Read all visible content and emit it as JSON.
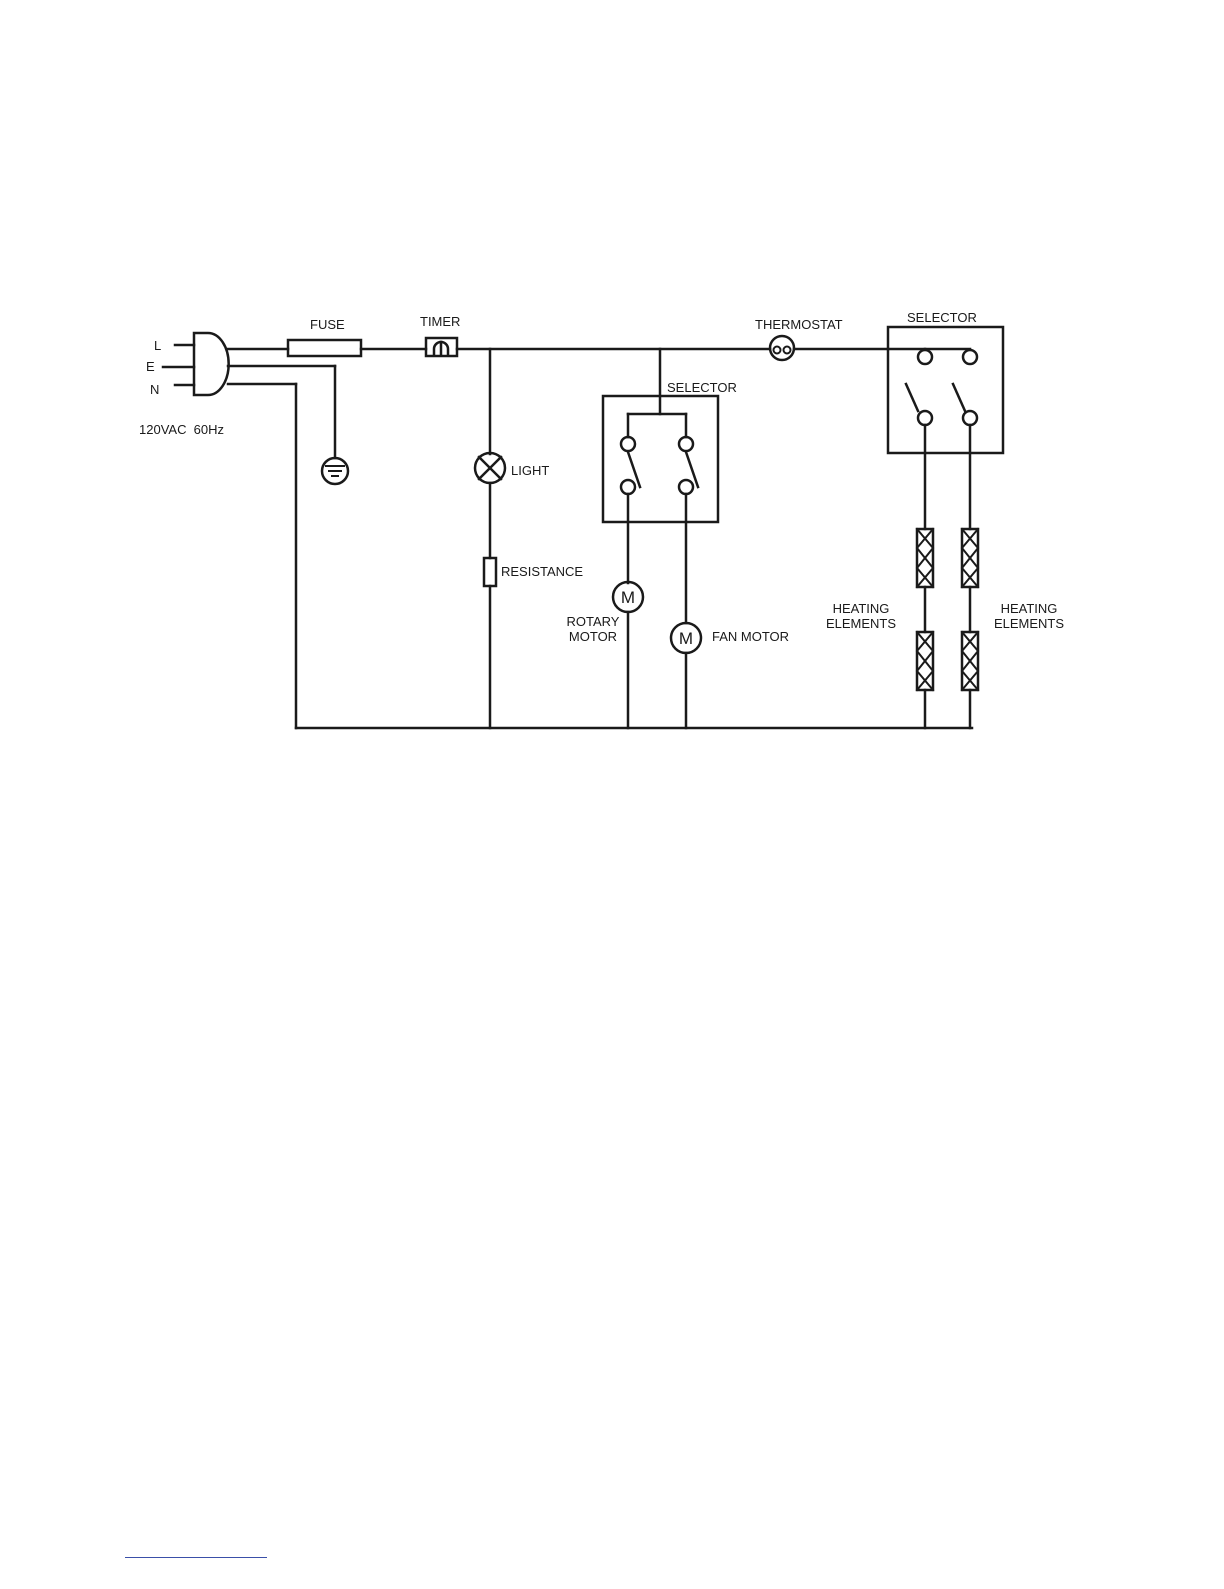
{
  "diagram": {
    "plug": {
      "pins": [
        "L",
        "E",
        "N"
      ],
      "supply": "120VAC  60Hz"
    },
    "components": {
      "fuse": "FUSE",
      "timer": "TIMER",
      "thermostat": "THERMOSTAT",
      "selector_main": "SELECTOR",
      "selector_heat": "SELECTOR",
      "light": "LIGHT",
      "resistance": "RESISTANCE",
      "rotary_motor": [
        "ROTARY",
        "MOTOR"
      ],
      "fan_motor": "FAN MOTOR",
      "heating_left": [
        "HEATING",
        "ELEMENTS"
      ],
      "heating_right": [
        "HEATING",
        "ELEMENTS"
      ],
      "motor_symbol": "M"
    }
  },
  "colors": {
    "line": "#1a1a1a",
    "footnote_rule": "#3a4fa8"
  }
}
